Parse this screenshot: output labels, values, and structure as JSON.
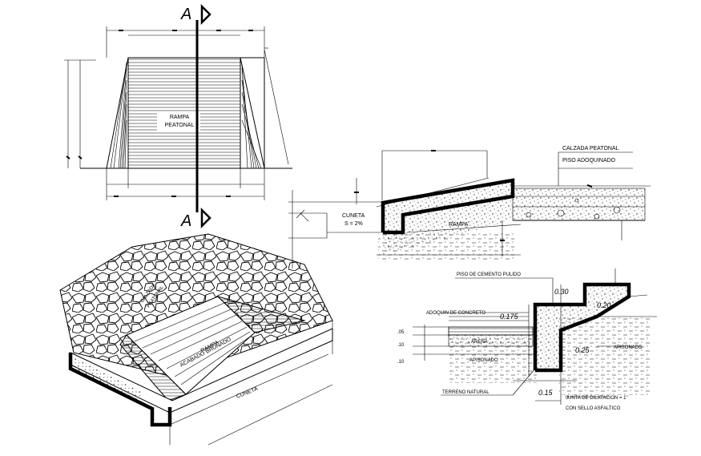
{
  "plan": {
    "section_mark_top": "A",
    "section_mark_bottom": "A",
    "ramp_label_1": "RAMPA",
    "ramp_label_2": "PEATONAL"
  },
  "section": {
    "calzada_label": "CALZADA PEATONAL",
    "piso_label": "PISO ADOQUINADO",
    "cuneta_label": "CUNETA",
    "slope_label": "S = 2%",
    "ramp_label": "RAMPA"
  },
  "isometric": {
    "ramp_label": "RAMPA",
    "finish_label": "ACABADO BRUNADO",
    "cuneta_label": "CUNETA",
    "walkway_label_1": "CALZADA",
    "walkway_label_2": "PEATONAL"
  },
  "detail": {
    "floor_label": "PISO DE CEMENTO PULIDO",
    "paver_label": "ADOQUIN DE CONCRETO",
    "compacted_label": "APISONADO",
    "compacted_label_2": "APISONADO",
    "layer_label": "ARENA",
    "natural_ground_label": "TERRENO NATURAL",
    "joint_label": "JUNTA DE DILATACION = 1\"",
    "seal_label": "CON SELLO ASFALTICO",
    "dim_030": "0.30",
    "dim_020": "0.20",
    "dim_0175": "0.175",
    "dim_025": "0.25",
    "dim_015": "0.15",
    "dim_005": ".05",
    "dim_010a": ".10",
    "dim_010b": ".10"
  }
}
